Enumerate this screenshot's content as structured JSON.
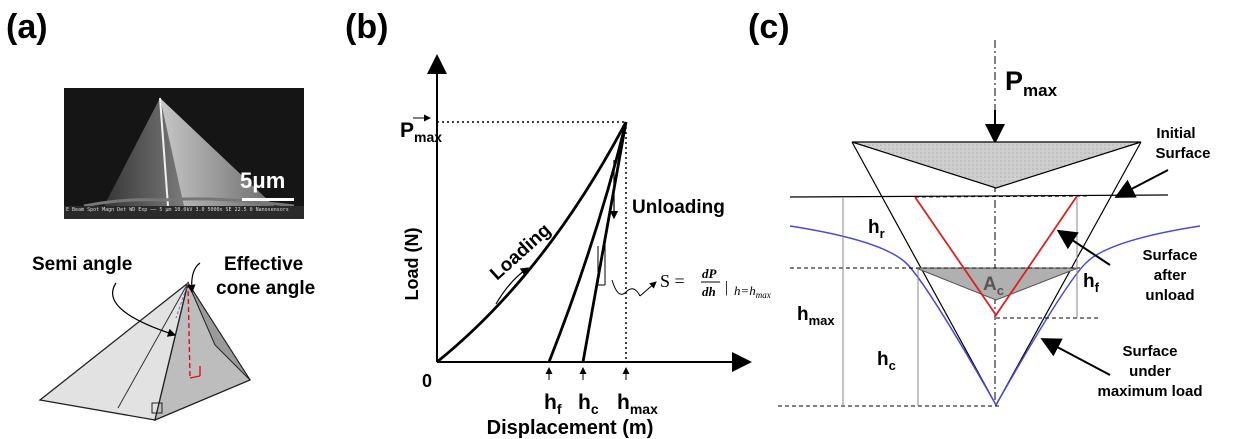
{
  "panel_a": {
    "label": "(a)",
    "scale_bar": "5μm",
    "sem_footer": "E Beam  Spot  Magn   Det  WD  Exp   ──  5 μm   10.0kV  3.0   5000x  SE  22.5  0   Nanosensors",
    "semi_angle": "Semi angle",
    "effective_cone_angle_line1": "Effective",
    "effective_cone_angle_line2": "cone angle"
  },
  "panel_b": {
    "label": "(b)",
    "ylabel": "Load (N)",
    "xlabel": "Displacement (m)",
    "origin": "0",
    "pmax": "P",
    "pmax_sub": "max",
    "loading": "Loading",
    "unloading": "Unloading",
    "hf": "h",
    "hf_sub": "f",
    "hc": "h",
    "hc_sub": "c",
    "hmax": "h",
    "hmax_sub": "max",
    "stiffness_lhs": "S =",
    "stiffness_num": "dP",
    "stiffness_den": "dh",
    "stiffness_eval": "h=h",
    "stiffness_eval_sub": "max"
  },
  "panel_c": {
    "label": "(c)",
    "pmax": "P",
    "pmax_sub": "max",
    "initial_surface_line1": "Initial",
    "initial_surface_line2": "Surface",
    "hr": "h",
    "hr_sub": "r",
    "hmax": "h",
    "hmax_sub": "max",
    "hc": "h",
    "hc_sub": "c",
    "hf": "h",
    "hf_sub": "f",
    "ac": "A",
    "ac_sub": "c",
    "after_unload_line1": "Surface",
    "after_unload_line2": "after",
    "after_unload_line3": "unload",
    "max_load_line1": "Surface",
    "max_load_line2": "under",
    "max_load_line3": "maximum load"
  },
  "colors": {
    "unloaded_profile": "#e02020",
    "loaded_profile": "#4a4ad8",
    "contact_area_fill": "#b0b0b0",
    "indenter_fill": "#cfcfcf"
  }
}
